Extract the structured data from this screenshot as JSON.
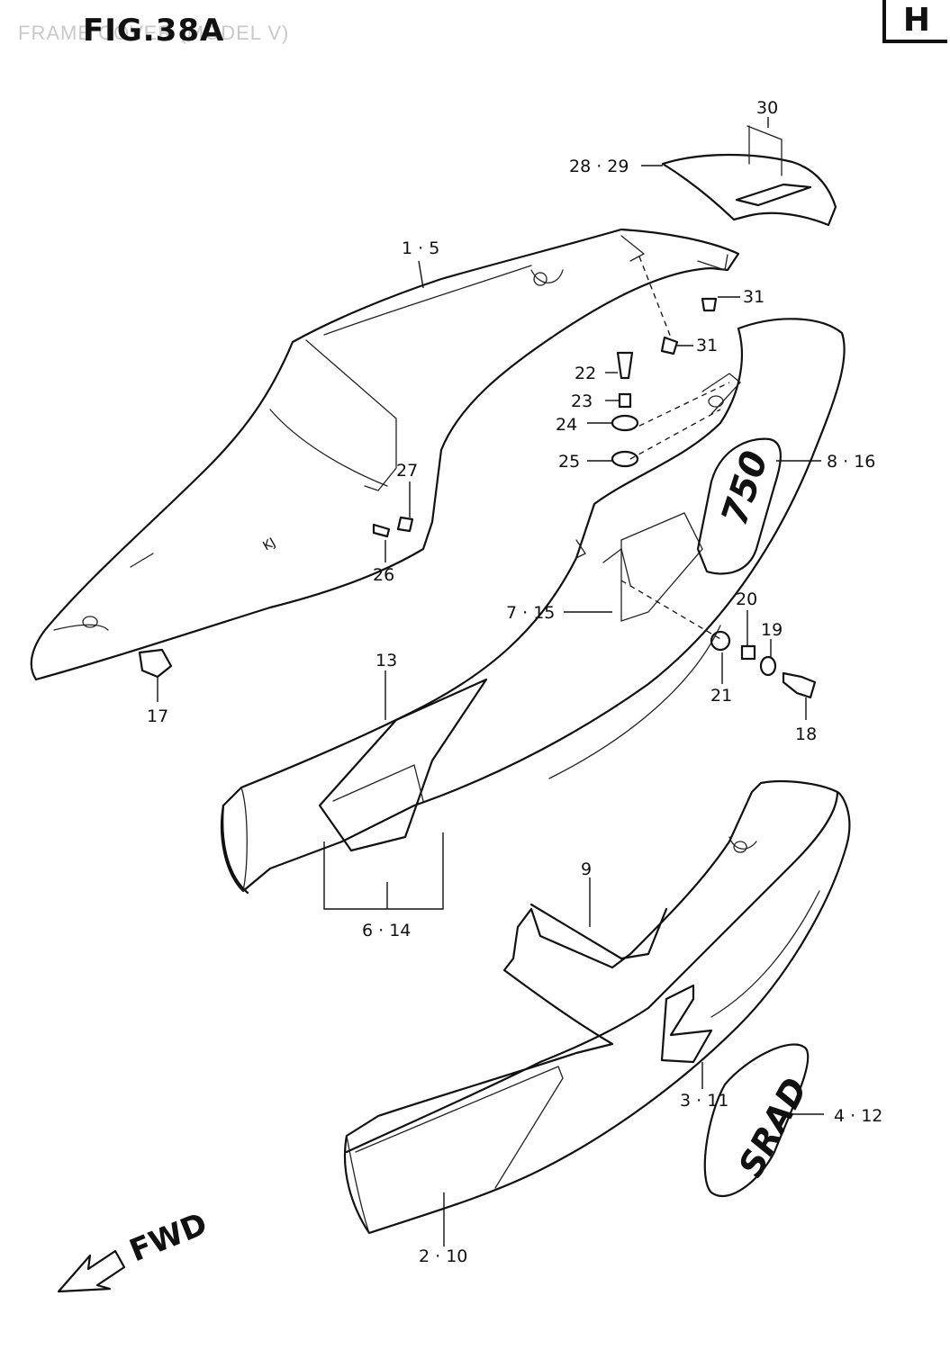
{
  "header": {
    "figure": "FIG.38A",
    "ghost_title": "FRAME COVER (MODEL V)",
    "section_badge": "H"
  },
  "direction": {
    "label": "FWD",
    "icon": "arrow-left-icon"
  },
  "callouts": {
    "c30": "30",
    "c28_29": "28 · 29",
    "c1_5": "1 · 5",
    "c31a": "31",
    "c31b": "31",
    "c22": "22",
    "c23": "23",
    "c24": "24",
    "c25": "25",
    "c8_16": "8 · 16",
    "c27": "27",
    "c26": "26",
    "c7_15": "7 · 15",
    "c20": "20",
    "c19": "19",
    "c21": "21",
    "c18": "18",
    "c13": "13",
    "c17": "17",
    "c6_14": "6 · 14",
    "c9": "9",
    "c3_11": "3 · 11",
    "c4_12": "4 · 12",
    "c2_10": "2 · 10"
  },
  "emblems": {
    "upper_emblem": "750",
    "lower_emblem": "SRAD"
  }
}
